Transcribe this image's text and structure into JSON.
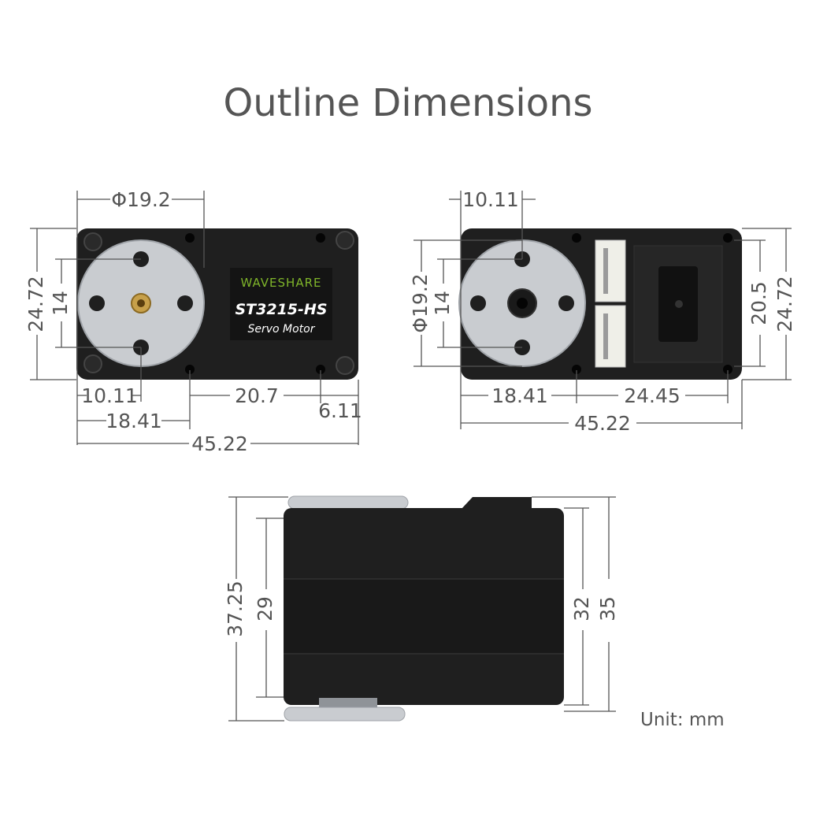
{
  "title": "Outline Dimensions",
  "unit_label": "Unit: mm",
  "colors": {
    "body": "#1f1f1f",
    "horn": "#c9ccd0",
    "accent": "#7fb52a",
    "line": "#555555"
  },
  "label": {
    "brand": "WAVESHARE",
    "model": "ST3215-HS",
    "subtitle": "Servo Motor"
  },
  "front": {
    "diameter": "Φ19.2",
    "height": "24.72",
    "hole_spacing": "14",
    "d1": "10.11",
    "d2": "20.7",
    "d3": "6.11",
    "d4": "18.41",
    "width": "45.22"
  },
  "back": {
    "top": "10.11",
    "diameter": "Φ19.2",
    "hole_spacing": "14",
    "inner_height": "20.5",
    "height": "24.72",
    "d1": "18.41",
    "d2": "24.45",
    "width": "45.22"
  },
  "side": {
    "total": "37.25",
    "body": "29",
    "inner": "32",
    "outer": "35"
  }
}
